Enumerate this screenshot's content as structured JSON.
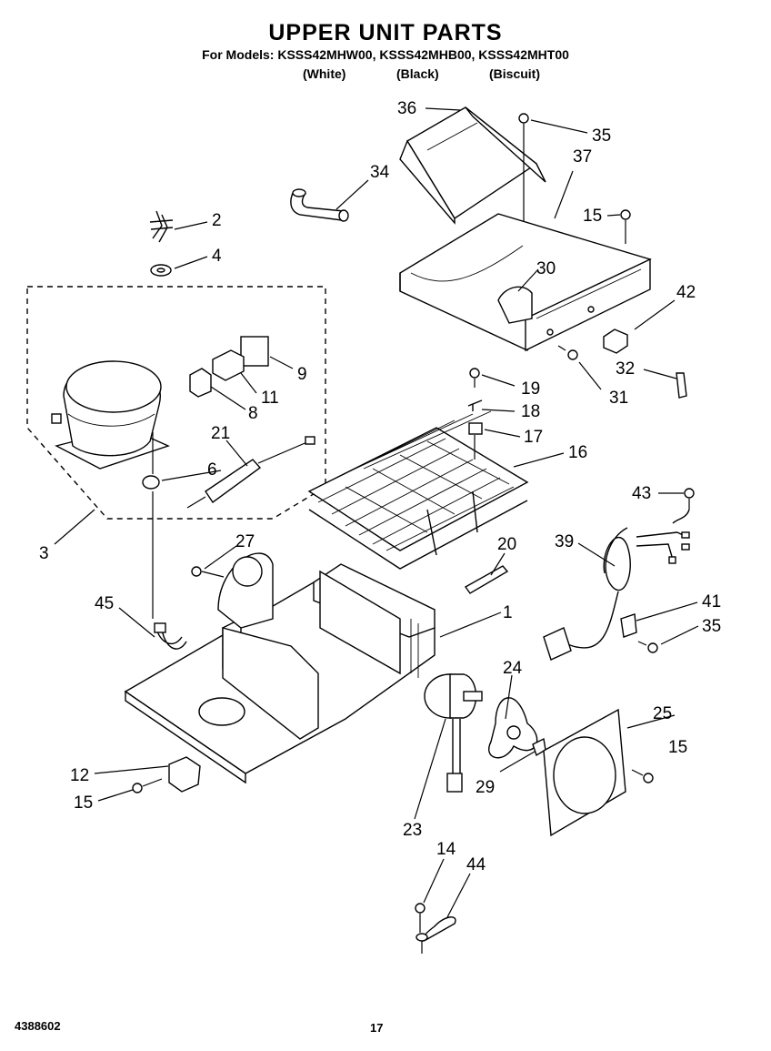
{
  "diagram": {
    "title": "UPPER UNIT PARTS",
    "models_line": "For Models: KSSS42MHW00, KSSS42MHB00, KSSS42MHT00",
    "variants": [
      "(White)",
      "(Black)",
      "(Biscuit)"
    ],
    "doc_number": "4388602",
    "page_number": "17"
  },
  "callouts": [
    "36",
    "35",
    "34",
    "37",
    "2",
    "15",
    "4",
    "30",
    "42",
    "9",
    "32",
    "31",
    "11",
    "19",
    "8",
    "18",
    "21",
    "17",
    "16",
    "6",
    "43",
    "3",
    "27",
    "20",
    "39",
    "45",
    "1",
    "41",
    "35",
    "24",
    "25",
    "15",
    "12",
    "29",
    "15",
    "23",
    "14",
    "44"
  ]
}
